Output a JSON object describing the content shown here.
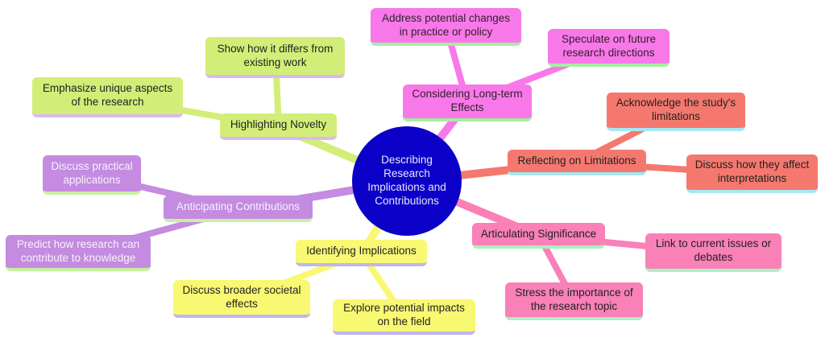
{
  "root": {
    "label": "Describing Research Implications and Contributions",
    "fill": "#0b00c8",
    "text_color": "#e9e6f9"
  },
  "branches": [
    {
      "label": "Highlighting Novelty",
      "color": "#d3ee78",
      "underline_color": "#d9baf0",
      "children": [
        {
          "label": "Emphasize unique aspects of the research"
        },
        {
          "label": "Show how it differs from existing work"
        }
      ]
    },
    {
      "label": "Considering Long-term Effects",
      "color": "#f878e9",
      "underline_color": "#a9eda1",
      "children": [
        {
          "label": "Address potential changes in practice or policy"
        },
        {
          "label": "Speculate on future research directions"
        }
      ]
    },
    {
      "label": "Reflecting on Limitations",
      "color": "#f5786f",
      "underline_color": "#a7e7f3",
      "children": [
        {
          "label": "Acknowledge the study's limitations"
        },
        {
          "label": "Discuss how they affect interpretations"
        }
      ]
    },
    {
      "label": "Articulating Significance",
      "color": "#fa80b8",
      "underline_color": "#abf0c3",
      "children": [
        {
          "label": "Link to current issues or debates"
        },
        {
          "label": "Stress the importance of the research topic"
        }
      ]
    },
    {
      "label": "Identifying Implications",
      "color": "#f9f873",
      "underline_color": "#bfb5ef",
      "children": [
        {
          "label": "Discuss broader societal effects"
        },
        {
          "label": "Explore potential impacts on the field"
        }
      ]
    },
    {
      "label": "Anticipating Contributions",
      "color": "#c48be0",
      "underline_color": "#c7f1a1",
      "children": [
        {
          "label": "Discuss practical applications"
        },
        {
          "label": "Predict how research can contribute to knowledge"
        }
      ]
    }
  ]
}
